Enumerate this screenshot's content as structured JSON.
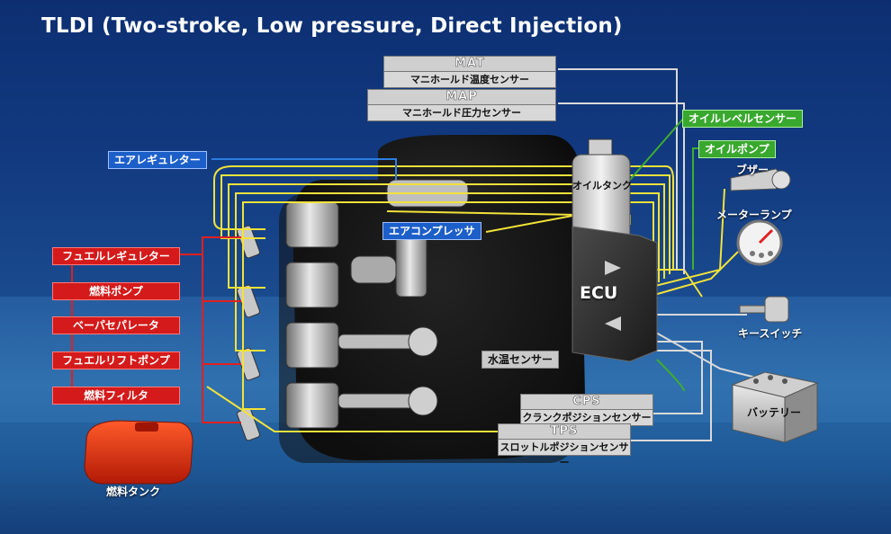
{
  "title": "TLDI (Two-stroke, Low pressure, Direct Injection)",
  "sensors_top": {
    "mat": {
      "abbr": "MAT",
      "desc": "マニホールド温度センサー"
    },
    "map": {
      "abbr": "MAP",
      "desc": "マニホールド圧力センサー"
    }
  },
  "sensors_bottom": {
    "cps": {
      "abbr": "CPS",
      "desc": "クランクポジションセンサー"
    },
    "tps": {
      "abbr": "TPS",
      "desc": "スロットルポジションセンサー"
    }
  },
  "fuel_labels": [
    "フュエルレギュレター",
    "燃料ポンプ",
    "ベーパセパレータ",
    "フュエルリフトポンプ",
    "燃料フィルタ"
  ],
  "air_regulator": "エアレギュレター",
  "air_compressor": "エアコンプレッサ",
  "oil_level_sensor": "オイルレベルセンサー",
  "oil_pump": "オイルポンプ",
  "oil_tank": "オイルタンク",
  "ecu": "ECU",
  "water_temp_sensor": "水温センサー",
  "buzzer": "ブザー",
  "meter_lamp": "メーターランプ",
  "key_switch": "キースイッチ",
  "battery": "バッテリー",
  "fuel_tank": "燃料タンク",
  "colors": {
    "wire": "#f2e23a",
    "fuel_line": "#e02020",
    "oil_line": "#3fae2f",
    "gray_wire": "#d9d9d9"
  }
}
